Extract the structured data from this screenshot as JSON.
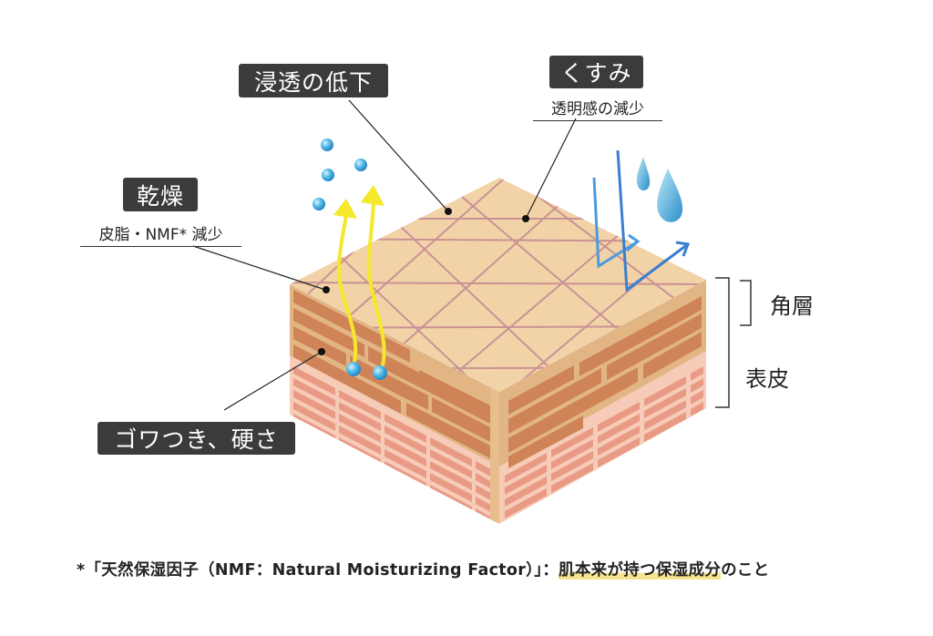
{
  "labels": {
    "penetration": "浸透の低下",
    "dullness": "くすみ",
    "dullness_sub": "透明感の減少",
    "dryness": "乾燥",
    "dryness_sub": "皮脂・NMF* 減少",
    "roughness": "ゴワつき、硬さ",
    "stratum_corneum": "角層",
    "epidermis": "表皮"
  },
  "footnote": {
    "main": "*「天然保湿因子（NMF：Natural Moisturizing Factor）」：",
    "highlight": "肌本来が持つ保湿成分",
    "tail": "のこと"
  },
  "colors": {
    "top": "#f2d3a8",
    "grid": "#c99294",
    "brick": "#cf8458",
    "mortar": "#e2b585",
    "pink_bg": "#f6cbb8",
    "pink_brick": "#e99a84",
    "tag_bg": "#3b3b3b",
    "yellow": "#f5e72a",
    "blue": "#3a7fd0"
  }
}
